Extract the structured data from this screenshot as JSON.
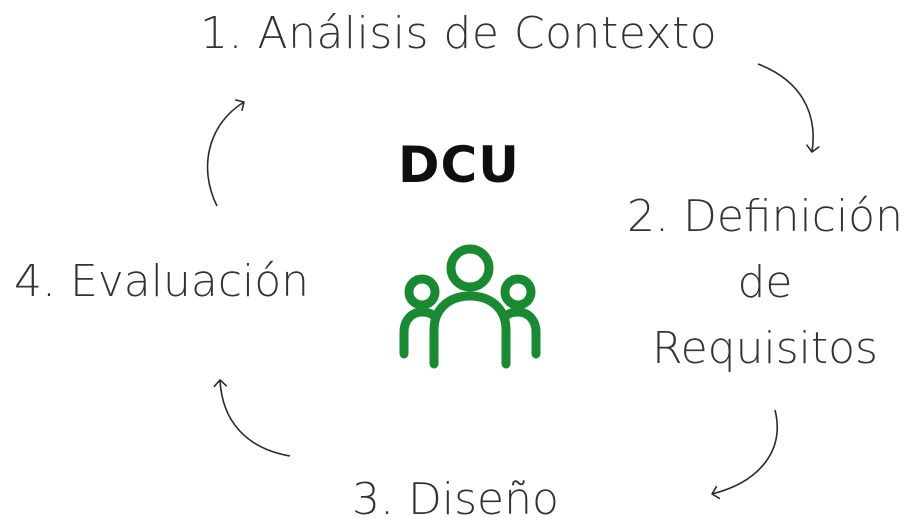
{
  "diagram": {
    "center_title": "DCU",
    "center_icon": "users-group-icon",
    "steps": [
      {
        "label": "1. Análisis de Contexto"
      },
      {
        "label_lines": [
          "2. Definición",
          "de",
          "Requisitos"
        ]
      },
      {
        "label": "3. Diseño"
      },
      {
        "label": "4. Evaluación"
      }
    ],
    "colors": {
      "icon": "#1a8a32",
      "text": "#333333",
      "title": "#0f0f0f",
      "arrows": "#2a2a2a"
    }
  }
}
